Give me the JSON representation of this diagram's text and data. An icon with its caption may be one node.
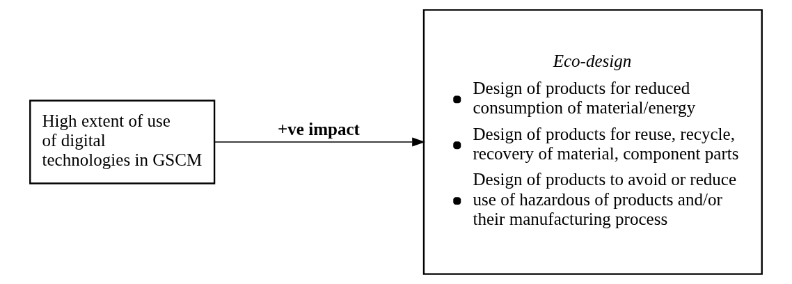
{
  "diagram": {
    "nodes": [
      {
        "text": [
          "High extent of use of digital technologies in GSCM"
        ]
      },
      {
        "text": [
          "Eco-design",
          "Design of products for reduced consumption of material/energy",
          "Design of products for reuse, recycle, recovery of material, component parts",
          "Design of products to avoid or reduce use of hazardous of products and/or their manufacturing process"
        ]
      }
    ],
    "edges": [
      {
        "from": 0,
        "to": 1,
        "arrow": "to",
        "label": "+ve impact"
      }
    ]
  }
}
